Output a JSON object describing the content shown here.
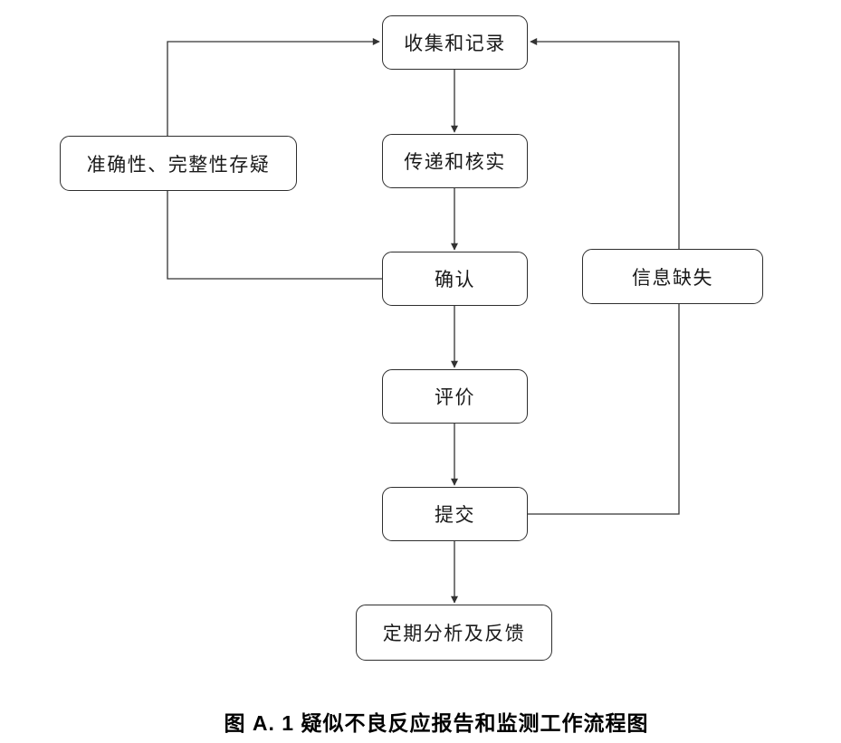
{
  "diagram": {
    "title_hint": "suspected-adverse-reaction-reporting-workflow",
    "nodes": {
      "collect": {
        "label": "收集和记录"
      },
      "transfer": {
        "label": "传递和核实"
      },
      "doubt": {
        "label": "准确性、完整性存疑"
      },
      "confirm": {
        "label": "确认"
      },
      "missing": {
        "label": "信息缺失"
      },
      "evaluate": {
        "label": "评价"
      },
      "submit": {
        "label": "提交"
      },
      "periodic": {
        "label": "定期分析及反馈"
      }
    },
    "edges": [
      {
        "from": "collect",
        "to": "transfer",
        "style": "straight-down-arrow"
      },
      {
        "from": "transfer",
        "to": "confirm",
        "style": "straight-down-arrow"
      },
      {
        "from": "confirm",
        "to": "evaluate",
        "style": "straight-down-arrow"
      },
      {
        "from": "evaluate",
        "to": "submit",
        "style": "straight-down-arrow"
      },
      {
        "from": "submit",
        "to": "periodic",
        "style": "straight-down-arrow"
      },
      {
        "from": "confirm",
        "to": "collect",
        "via": "doubt",
        "style": "left-feedback-loop"
      },
      {
        "from": "submit",
        "to": "collect",
        "via": "missing",
        "style": "right-feedback-loop"
      }
    ],
    "caption": "图 A. 1 疑似不良反应报告和监测工作流程图"
  },
  "colors": {
    "background": "#ffffff",
    "line": "#333333",
    "node_border": "#2e2e2e",
    "node_fill": "#ffffff",
    "text": "#1a1a1a"
  }
}
